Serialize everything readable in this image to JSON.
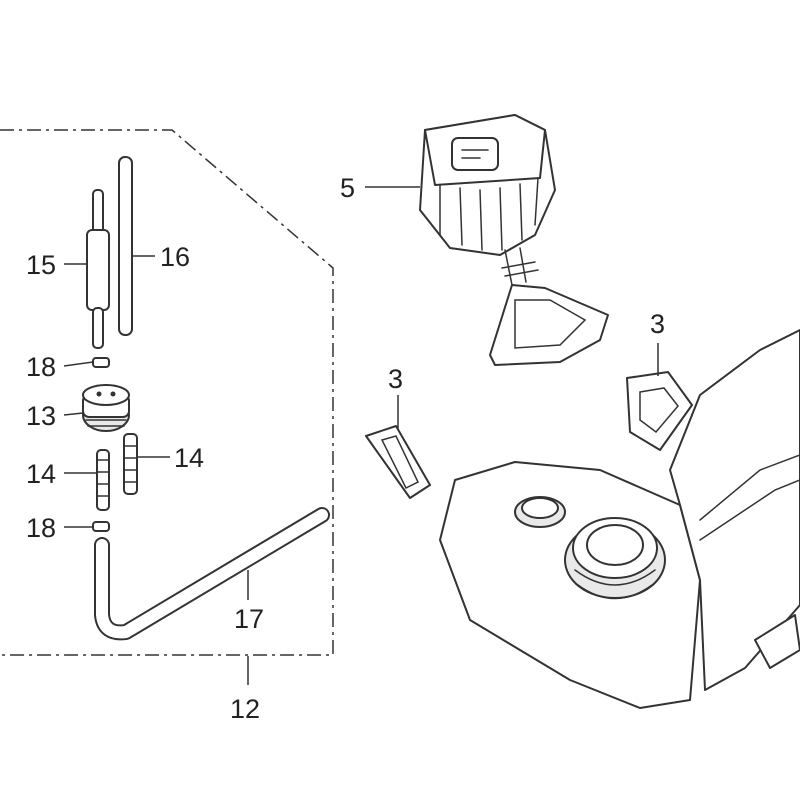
{
  "callouts": {
    "c3_top_right": "3",
    "c3_middle": "3",
    "c5": "5",
    "c12": "12",
    "c13": "13",
    "c14_left": "14",
    "c14_right": "14",
    "c15": "15",
    "c16": "16",
    "c17": "17",
    "c18_top": "18",
    "c18_bottom": "18"
  },
  "colors": {
    "line": "#333333",
    "background": "#ffffff",
    "shade": "#e9e9e9"
  }
}
